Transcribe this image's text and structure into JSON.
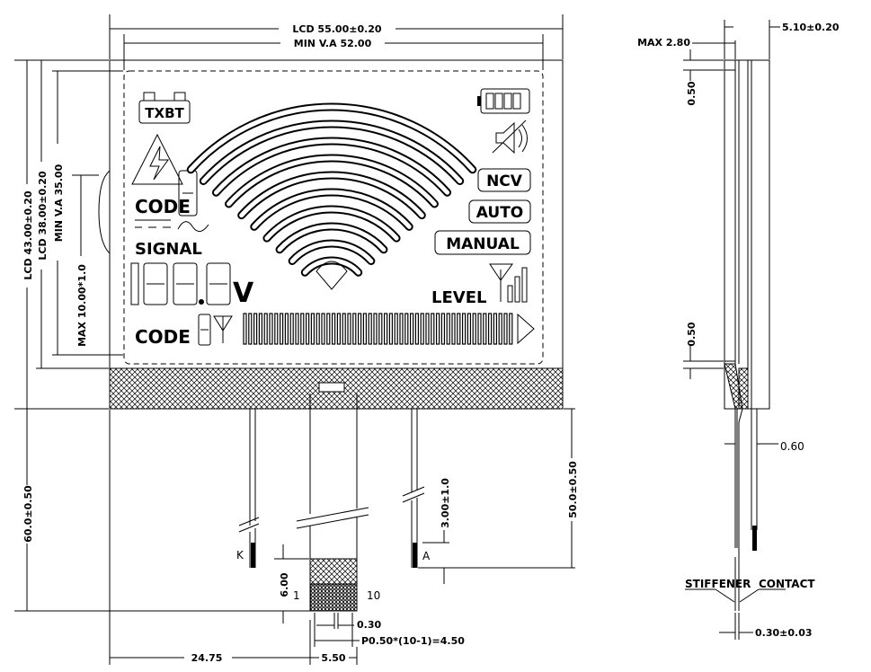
{
  "dimensions": {
    "lcd_width": "LCD  55.00±0.20",
    "min_va_width": "MIN  V.A  52.00",
    "lcd_height": "LCD  43.00±0.20",
    "lcd_height_inner": "LCD  38.00±0.20",
    "min_va_height": "MIN  V.A  35.00",
    "max_10": "MAX  10.00*1.0",
    "lead_60": "60.0±0.50",
    "lead_50": "50.0±0.50",
    "lead_3": "3.00±1.0",
    "tail_6": "6.00",
    "pitch_030": "0.30",
    "pitch_formula": "P0.50*(10-1)=4.50",
    "offset_2475": "24.75",
    "width_550": "5.50",
    "max_280": "MAX  2.80",
    "side_510": "5.10±0.20",
    "side_050_top": "0.50",
    "side_050_bottom": "0.50",
    "side_060": "0.60",
    "side_030": "0.30±0.03"
  },
  "labels": {
    "pin_k": "K",
    "pin_a": "A",
    "pin_1": "1",
    "pin_10": "10",
    "stiffener": "STIFFENER",
    "contact": "CONTACT"
  },
  "lcd_segments": {
    "txbt": "TXBT",
    "code_top": "CODE",
    "signal": "SIGNAL",
    "volt": "V",
    "code_bottom": "CODE",
    "ncv": "NCV",
    "auto": "AUTO",
    "manual": "MANUAL",
    "level": "LEVEL"
  }
}
